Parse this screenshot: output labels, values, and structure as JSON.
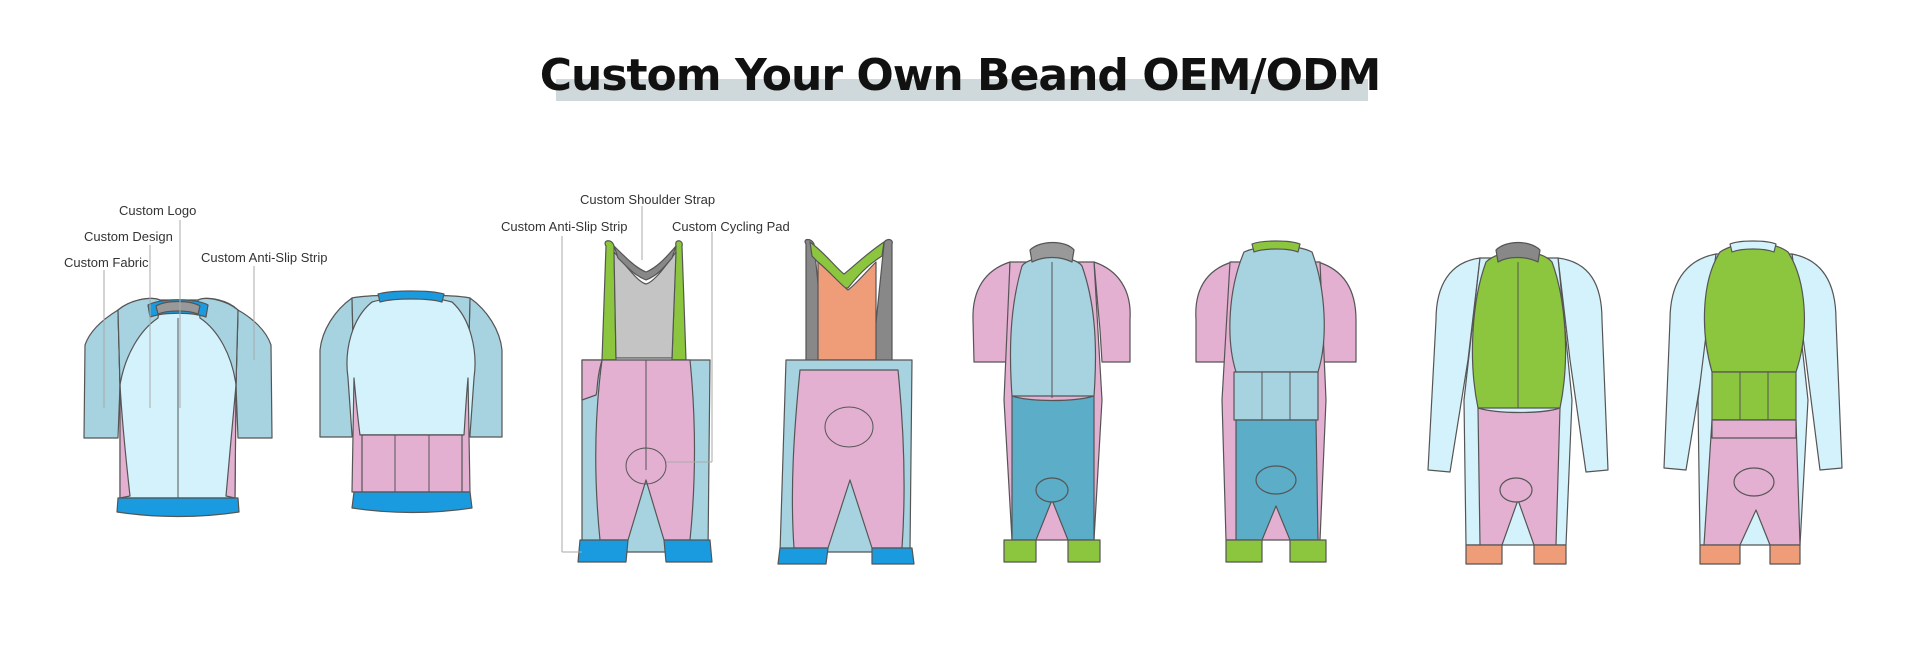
{
  "title": "Custom Your Own Beand OEM/ODM",
  "labels": {
    "custom_logo": "Custom Logo",
    "custom_design": "Custom Design",
    "custom_fabric": "Custom Fabric",
    "custom_anti_slip_strip_jersey": "Custom Anti-Slip Strip",
    "custom_shoulder_strap": "Custom Shoulder Strap",
    "custom_anti_slip_strip_bib": "Custom Anti-Slip Strip",
    "custom_cycling_pad": "Custom Cycling Pad"
  },
  "colors": {
    "light_blue": "#a7d3e0",
    "pale_blue": "#d4f2fb",
    "pink": "#e4b0d2",
    "accent_blue": "#1a9be0",
    "lime": "#8cc63f",
    "grey": "#c4c4c4",
    "dark_grey": "#888888",
    "salmon": "#ef9c79",
    "teal": "#5badc8",
    "title_bar": "#cfd8da"
  },
  "garments": [
    {
      "name": "short-sleeve-jersey-front"
    },
    {
      "name": "short-sleeve-jersey-back"
    },
    {
      "name": "bib-shorts-front"
    },
    {
      "name": "bib-shorts-back"
    },
    {
      "name": "short-sleeve-skinsuit-front"
    },
    {
      "name": "short-sleeve-skinsuit-back"
    },
    {
      "name": "long-sleeve-skinsuit-front"
    },
    {
      "name": "long-sleeve-skinsuit-back"
    }
  ]
}
